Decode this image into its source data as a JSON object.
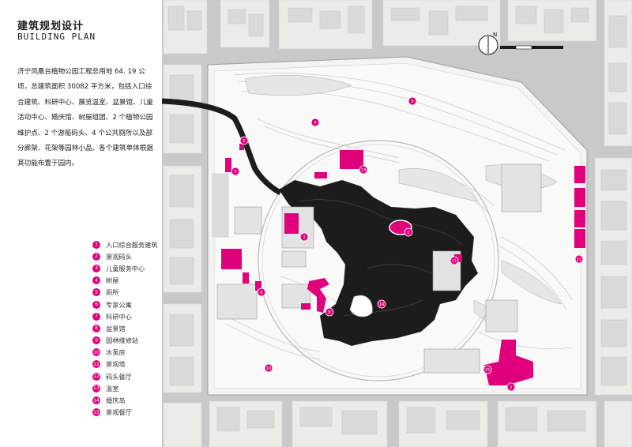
{
  "header": {
    "title_cn": "建筑规划设计",
    "title_en": "BUILDING PLAN"
  },
  "description": "济宁凤凰台植物公园工程总用地 64. 19 公顷，总建筑面积 30082 平方米，包括入口综合建筑、科研中心、展览温室、盆景馆、儿童活动中心、婚庆馆、树屋组团、2 个植物公园维护点、2 个游船码头、4 个公共厕所以及部分廊架、花架等园林小品。各个建筑单体根据其功能布置于园内。",
  "legend": [
    {
      "num": "1",
      "label": "入口综合服务建筑"
    },
    {
      "num": "2",
      "label": "景观码头"
    },
    {
      "num": "3",
      "label": "儿童服务中心"
    },
    {
      "num": "4",
      "label": "树屋"
    },
    {
      "num": "5",
      "label": "厕所"
    },
    {
      "num": "6",
      "label": "专家公寓"
    },
    {
      "num": "7",
      "label": "科研中心"
    },
    {
      "num": "8",
      "label": "盆景馆"
    },
    {
      "num": "9",
      "label": "园林维修站"
    },
    {
      "num": "10",
      "label": "水泵房"
    },
    {
      "num": "11",
      "label": "景观塔"
    },
    {
      "num": "12",
      "label": "码头餐厅"
    },
    {
      "num": "13",
      "label": "温室"
    },
    {
      "num": "14",
      "label": "婚庆岛"
    },
    {
      "num": "15",
      "label": "景观餐厅"
    }
  ],
  "compass": {
    "north_label": "N"
  },
  "colors": {
    "accent": "#e0007c",
    "road": "#c9c9c9",
    "city_block": "#ebebe8",
    "building": "#d8d8d6",
    "park_ground": "#f7f7f5",
    "lake": "#1c1c1c"
  },
  "map_markers": [
    {
      "num": "1"
    },
    {
      "num": "2"
    },
    {
      "num": "3"
    },
    {
      "num": "4"
    },
    {
      "num": "5"
    },
    {
      "num": "6"
    },
    {
      "num": "7"
    },
    {
      "num": "8"
    },
    {
      "num": "9"
    },
    {
      "num": "10"
    },
    {
      "num": "11"
    },
    {
      "num": "12"
    },
    {
      "num": "13"
    },
    {
      "num": "14"
    },
    {
      "num": "15"
    }
  ]
}
